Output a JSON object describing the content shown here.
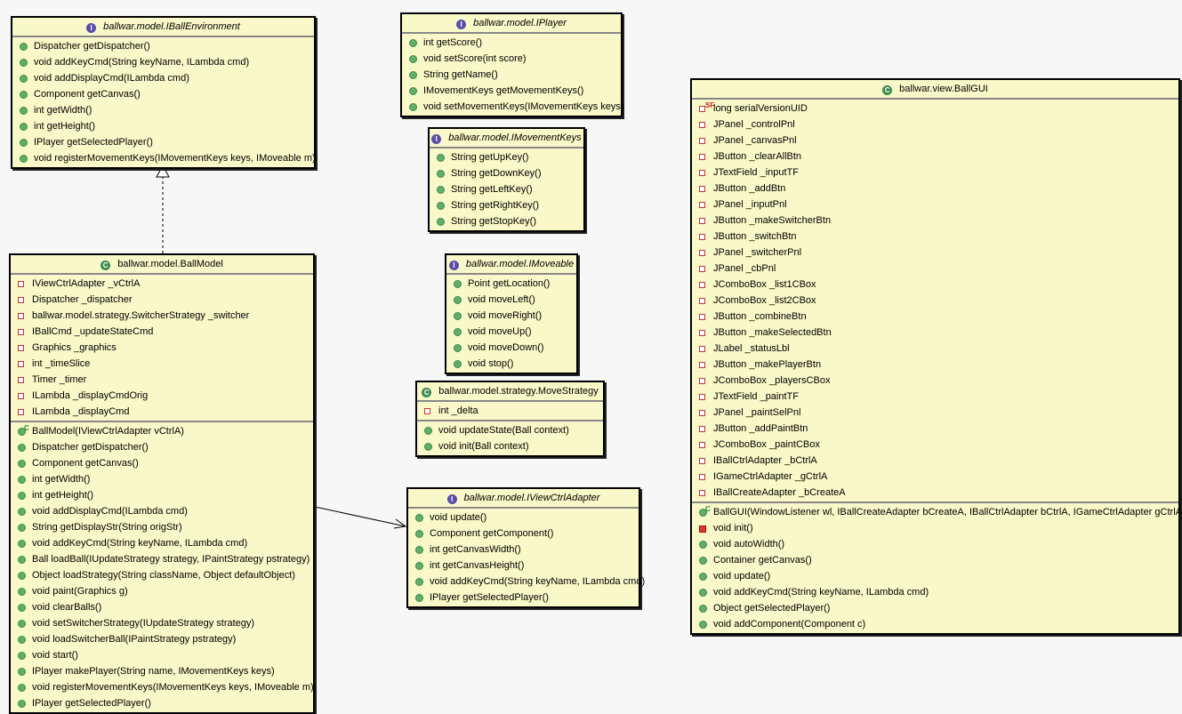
{
  "classes": [
    {
      "id": "ibe",
      "kind": "interface",
      "name": "ballwar.model.IBallEnvironment",
      "fields": [],
      "methods": [
        {
          "v": "pub",
          "t": "Dispatcher getDispatcher()"
        },
        {
          "v": "pub",
          "t": "void addKeyCmd(String keyName, ILambda cmd)"
        },
        {
          "v": "pub",
          "t": "void addDisplayCmd(ILambda cmd)"
        },
        {
          "v": "pub",
          "t": "Component getCanvas()"
        },
        {
          "v": "pub",
          "t": "int getWidth()"
        },
        {
          "v": "pub",
          "t": "int getHeight()"
        },
        {
          "v": "pub",
          "t": "IPlayer getSelectedPlayer()"
        },
        {
          "v": "pub",
          "t": "void registerMovementKeys(IMovementKeys keys, IMoveable m)"
        }
      ]
    },
    {
      "id": "ipl",
      "kind": "interface",
      "name": "ballwar.model.IPlayer",
      "fields": [],
      "methods": [
        {
          "v": "pub",
          "t": "int getScore()"
        },
        {
          "v": "pub",
          "t": "void setScore(int score)"
        },
        {
          "v": "pub",
          "t": "String getName()"
        },
        {
          "v": "pub",
          "t": "IMovementKeys getMovementKeys()"
        },
        {
          "v": "pub",
          "t": "void setMovementKeys(IMovementKeys keys)"
        }
      ]
    },
    {
      "id": "imk",
      "kind": "interface",
      "name": "ballwar.model.IMovementKeys",
      "fields": [],
      "methods": [
        {
          "v": "pub",
          "t": "String getUpKey()"
        },
        {
          "v": "pub",
          "t": "String getDownKey()"
        },
        {
          "v": "pub",
          "t": "String getLeftKey()"
        },
        {
          "v": "pub",
          "t": "String getRightKey()"
        },
        {
          "v": "pub",
          "t": "String getStopKey()"
        }
      ]
    },
    {
      "id": "imv",
      "kind": "interface",
      "name": "ballwar.model.IMoveable",
      "fields": [],
      "methods": [
        {
          "v": "pub",
          "t": "Point getLocation()"
        },
        {
          "v": "pub",
          "t": "void moveLeft()"
        },
        {
          "v": "pub",
          "t": "void moveRight()"
        },
        {
          "v": "pub",
          "t": "void moveUp()"
        },
        {
          "v": "pub",
          "t": "void moveDown()"
        },
        {
          "v": "pub",
          "t": "void stop()"
        }
      ]
    },
    {
      "id": "ms",
      "kind": "class",
      "name": "ballwar.model.strategy.MoveStrategy",
      "fields": [
        {
          "v": "priv",
          "t": "int _delta"
        }
      ],
      "methods": [
        {
          "v": "pub",
          "t": "void updateState(Ball context)"
        },
        {
          "v": "pub",
          "t": "void init(Ball context)"
        }
      ]
    },
    {
      "id": "ivca",
      "kind": "interface",
      "name": "ballwar.model.IViewCtrlAdapter",
      "fields": [],
      "methods": [
        {
          "v": "pub",
          "t": "void update()"
        },
        {
          "v": "pub",
          "t": "Component getComponent()"
        },
        {
          "v": "pub",
          "t": "int getCanvasWidth()"
        },
        {
          "v": "pub",
          "t": "int getCanvasHeight()"
        },
        {
          "v": "pub",
          "t": "void addKeyCmd(String keyName, ILambda cmd)"
        },
        {
          "v": "pub",
          "t": "IPlayer getSelectedPlayer()"
        }
      ]
    },
    {
      "id": "bm",
      "kind": "class",
      "name": "ballwar.model.BallModel",
      "fields": [
        {
          "v": "priv",
          "t": "IViewCtrlAdapter _vCtrlA"
        },
        {
          "v": "priv",
          "t": "Dispatcher _dispatcher"
        },
        {
          "v": "priv",
          "t": "ballwar.model.strategy.SwitcherStrategy _switcher"
        },
        {
          "v": "priv",
          "t": "IBallCmd _updateStateCmd"
        },
        {
          "v": "priv",
          "t": "Graphics _graphics"
        },
        {
          "v": "priv",
          "t": "int _timeSlice"
        },
        {
          "v": "priv",
          "t": "Timer _timer"
        },
        {
          "v": "priv",
          "t": "ILambda _displayCmdOrig"
        },
        {
          "v": "priv",
          "t": "ILambda _displayCmd"
        }
      ],
      "methods": [
        {
          "v": "pub",
          "sup": "C",
          "t": "BallModel(IViewCtrlAdapter vCtrlA)"
        },
        {
          "v": "pub",
          "t": "Dispatcher getDispatcher()"
        },
        {
          "v": "pub",
          "t": "Component getCanvas()"
        },
        {
          "v": "pub",
          "t": "int getWidth()"
        },
        {
          "v": "pub",
          "t": "int getHeight()"
        },
        {
          "v": "pub",
          "t": "void addDisplayCmd(ILambda cmd)"
        },
        {
          "v": "pub",
          "t": "String getDisplayStr(String origStr)"
        },
        {
          "v": "pub",
          "t": "void addKeyCmd(String keyName, ILambda cmd)"
        },
        {
          "v": "pub",
          "t": "Ball loadBall(IUpdateStrategy strategy, IPaintStrategy pstrategy)"
        },
        {
          "v": "pub",
          "t": "Object loadStrategy(String className, Object defaultObject)"
        },
        {
          "v": "pub",
          "t": "void paint(Graphics g)"
        },
        {
          "v": "pub",
          "t": "void clearBalls()"
        },
        {
          "v": "pub",
          "t": "void setSwitcherStrategy(IUpdateStrategy strategy)"
        },
        {
          "v": "pub",
          "t": "void loadSwitcherBall(IPaintStrategy pstrategy)"
        },
        {
          "v": "pub",
          "t": "void start()"
        },
        {
          "v": "pub",
          "t": "IPlayer makePlayer(String name, IMovementKeys keys)"
        },
        {
          "v": "pub",
          "t": "void registerMovementKeys(IMovementKeys keys, IMoveable m)"
        },
        {
          "v": "pub",
          "t": "IPlayer getSelectedPlayer()"
        }
      ]
    },
    {
      "id": "gui",
      "kind": "class",
      "name": "ballwar.view.BallGUI",
      "fields": [
        {
          "v": "priv",
          "sup": "SF",
          "t": "long serialVersionUID"
        },
        {
          "v": "priv",
          "t": "JPanel _controlPnl"
        },
        {
          "v": "priv",
          "t": "JPanel _canvasPnl"
        },
        {
          "v": "priv",
          "t": "JButton _clearAllBtn"
        },
        {
          "v": "priv",
          "t": "JTextField _inputTF"
        },
        {
          "v": "priv",
          "t": "JButton _addBtn"
        },
        {
          "v": "priv",
          "t": "JPanel _inputPnl"
        },
        {
          "v": "priv",
          "t": "JButton _makeSwitcherBtn"
        },
        {
          "v": "priv",
          "t": "JButton _switchBtn"
        },
        {
          "v": "priv",
          "t": "JPanel _switcherPnl"
        },
        {
          "v": "priv",
          "t": "JPanel _cbPnl"
        },
        {
          "v": "priv",
          "t": "JComboBox _list1CBox"
        },
        {
          "v": "priv",
          "t": "JComboBox _list2CBox"
        },
        {
          "v": "priv",
          "t": "JButton _combineBtn"
        },
        {
          "v": "priv",
          "t": "JButton _makeSelectedBtn"
        },
        {
          "v": "priv",
          "t": "JLabel _statusLbl"
        },
        {
          "v": "priv",
          "t": "JButton _makePlayerBtn"
        },
        {
          "v": "priv",
          "t": "JComboBox _playersCBox"
        },
        {
          "v": "priv",
          "t": "JTextField _paintTF"
        },
        {
          "v": "priv",
          "t": "JPanel _paintSelPnl"
        },
        {
          "v": "priv",
          "t": "JButton _addPaintBtn"
        },
        {
          "v": "priv",
          "t": "JComboBox _paintCBox"
        },
        {
          "v": "priv",
          "t": "IBallCtrlAdapter _bCtrlA"
        },
        {
          "v": "priv",
          "t": "IGameCtrlAdapter _gCtrlA"
        },
        {
          "v": "priv",
          "t": "IBallCreateAdapter _bCreateA"
        }
      ],
      "methods": [
        {
          "v": "pub",
          "sup": "C",
          "t": "BallGUI(WindowListener wl, IBallCreateAdapter bCreateA, IBallCtrlAdapter bCtrlA, IGameCtrlAdapter gCtrlA)"
        },
        {
          "v": "privm",
          "t": "void init()"
        },
        {
          "v": "pub",
          "t": "void autoWidth()"
        },
        {
          "v": "pub",
          "t": "Container getCanvas()"
        },
        {
          "v": "pub",
          "t": "void update()"
        },
        {
          "v": "pub",
          "t": "void addKeyCmd(String keyName, ILambda cmd)"
        },
        {
          "v": "pub",
          "t": "Object getSelectedPlayer()"
        },
        {
          "v": "pub",
          "t": "void addComponent(Component c)"
        }
      ]
    }
  ],
  "relations": [
    {
      "type": "realization",
      "from": "ballwar.model.BallModel",
      "to": "ballwar.model.IBallEnvironment"
    },
    {
      "type": "association",
      "from": "ballwar.model.BallModel",
      "to": "ballwar.model.IViewCtrlAdapter"
    }
  ]
}
